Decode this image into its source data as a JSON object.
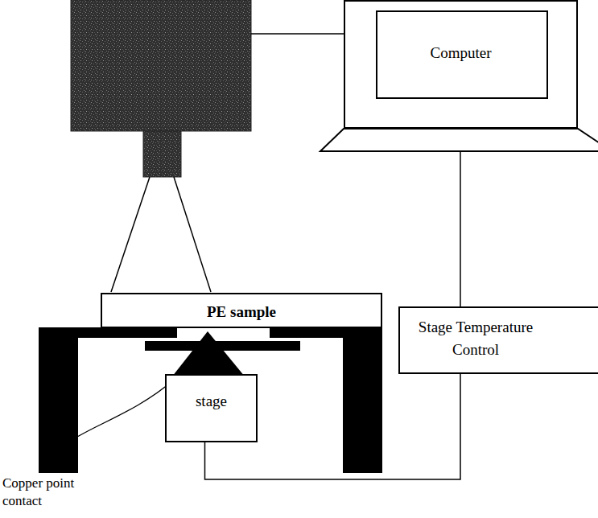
{
  "diagram": {
    "nodes": [
      {
        "text": [
          "Computer"
        ]
      },
      {
        "text": [
          "PE sample"
        ]
      },
      {
        "text": [
          "Stage Temperature Control"
        ]
      },
      {
        "text": [
          "stage"
        ]
      }
    ],
    "edges": [
      {
        "from": 0,
        "to": 2,
        "arrow": "none"
      },
      {
        "from": 2,
        "to": 3,
        "arrow": "none"
      }
    ],
    "labels": [
      "Copper point contact"
    ]
  }
}
